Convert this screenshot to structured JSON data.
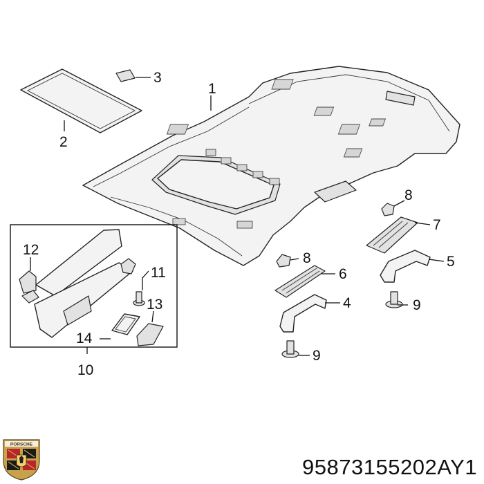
{
  "callouts": {
    "c1": "1",
    "c2": "2",
    "c3": "3",
    "c4": "4",
    "c5": "5",
    "c6": "6",
    "c7": "7",
    "c8a": "8",
    "c8b": "8",
    "c9a": "9",
    "c9b": "9",
    "c10": "10",
    "c11": "11",
    "c12": "12",
    "c13": "13",
    "c14": "14"
  },
  "part_number": "95873155202AY1",
  "logo": {
    "name": "porsche-crest",
    "text": "PORSCHE"
  },
  "colors": {
    "line": "#111111",
    "fill": "#f3f3f3",
    "accent": "#c8a24a",
    "crest_red": "#b8262b"
  }
}
